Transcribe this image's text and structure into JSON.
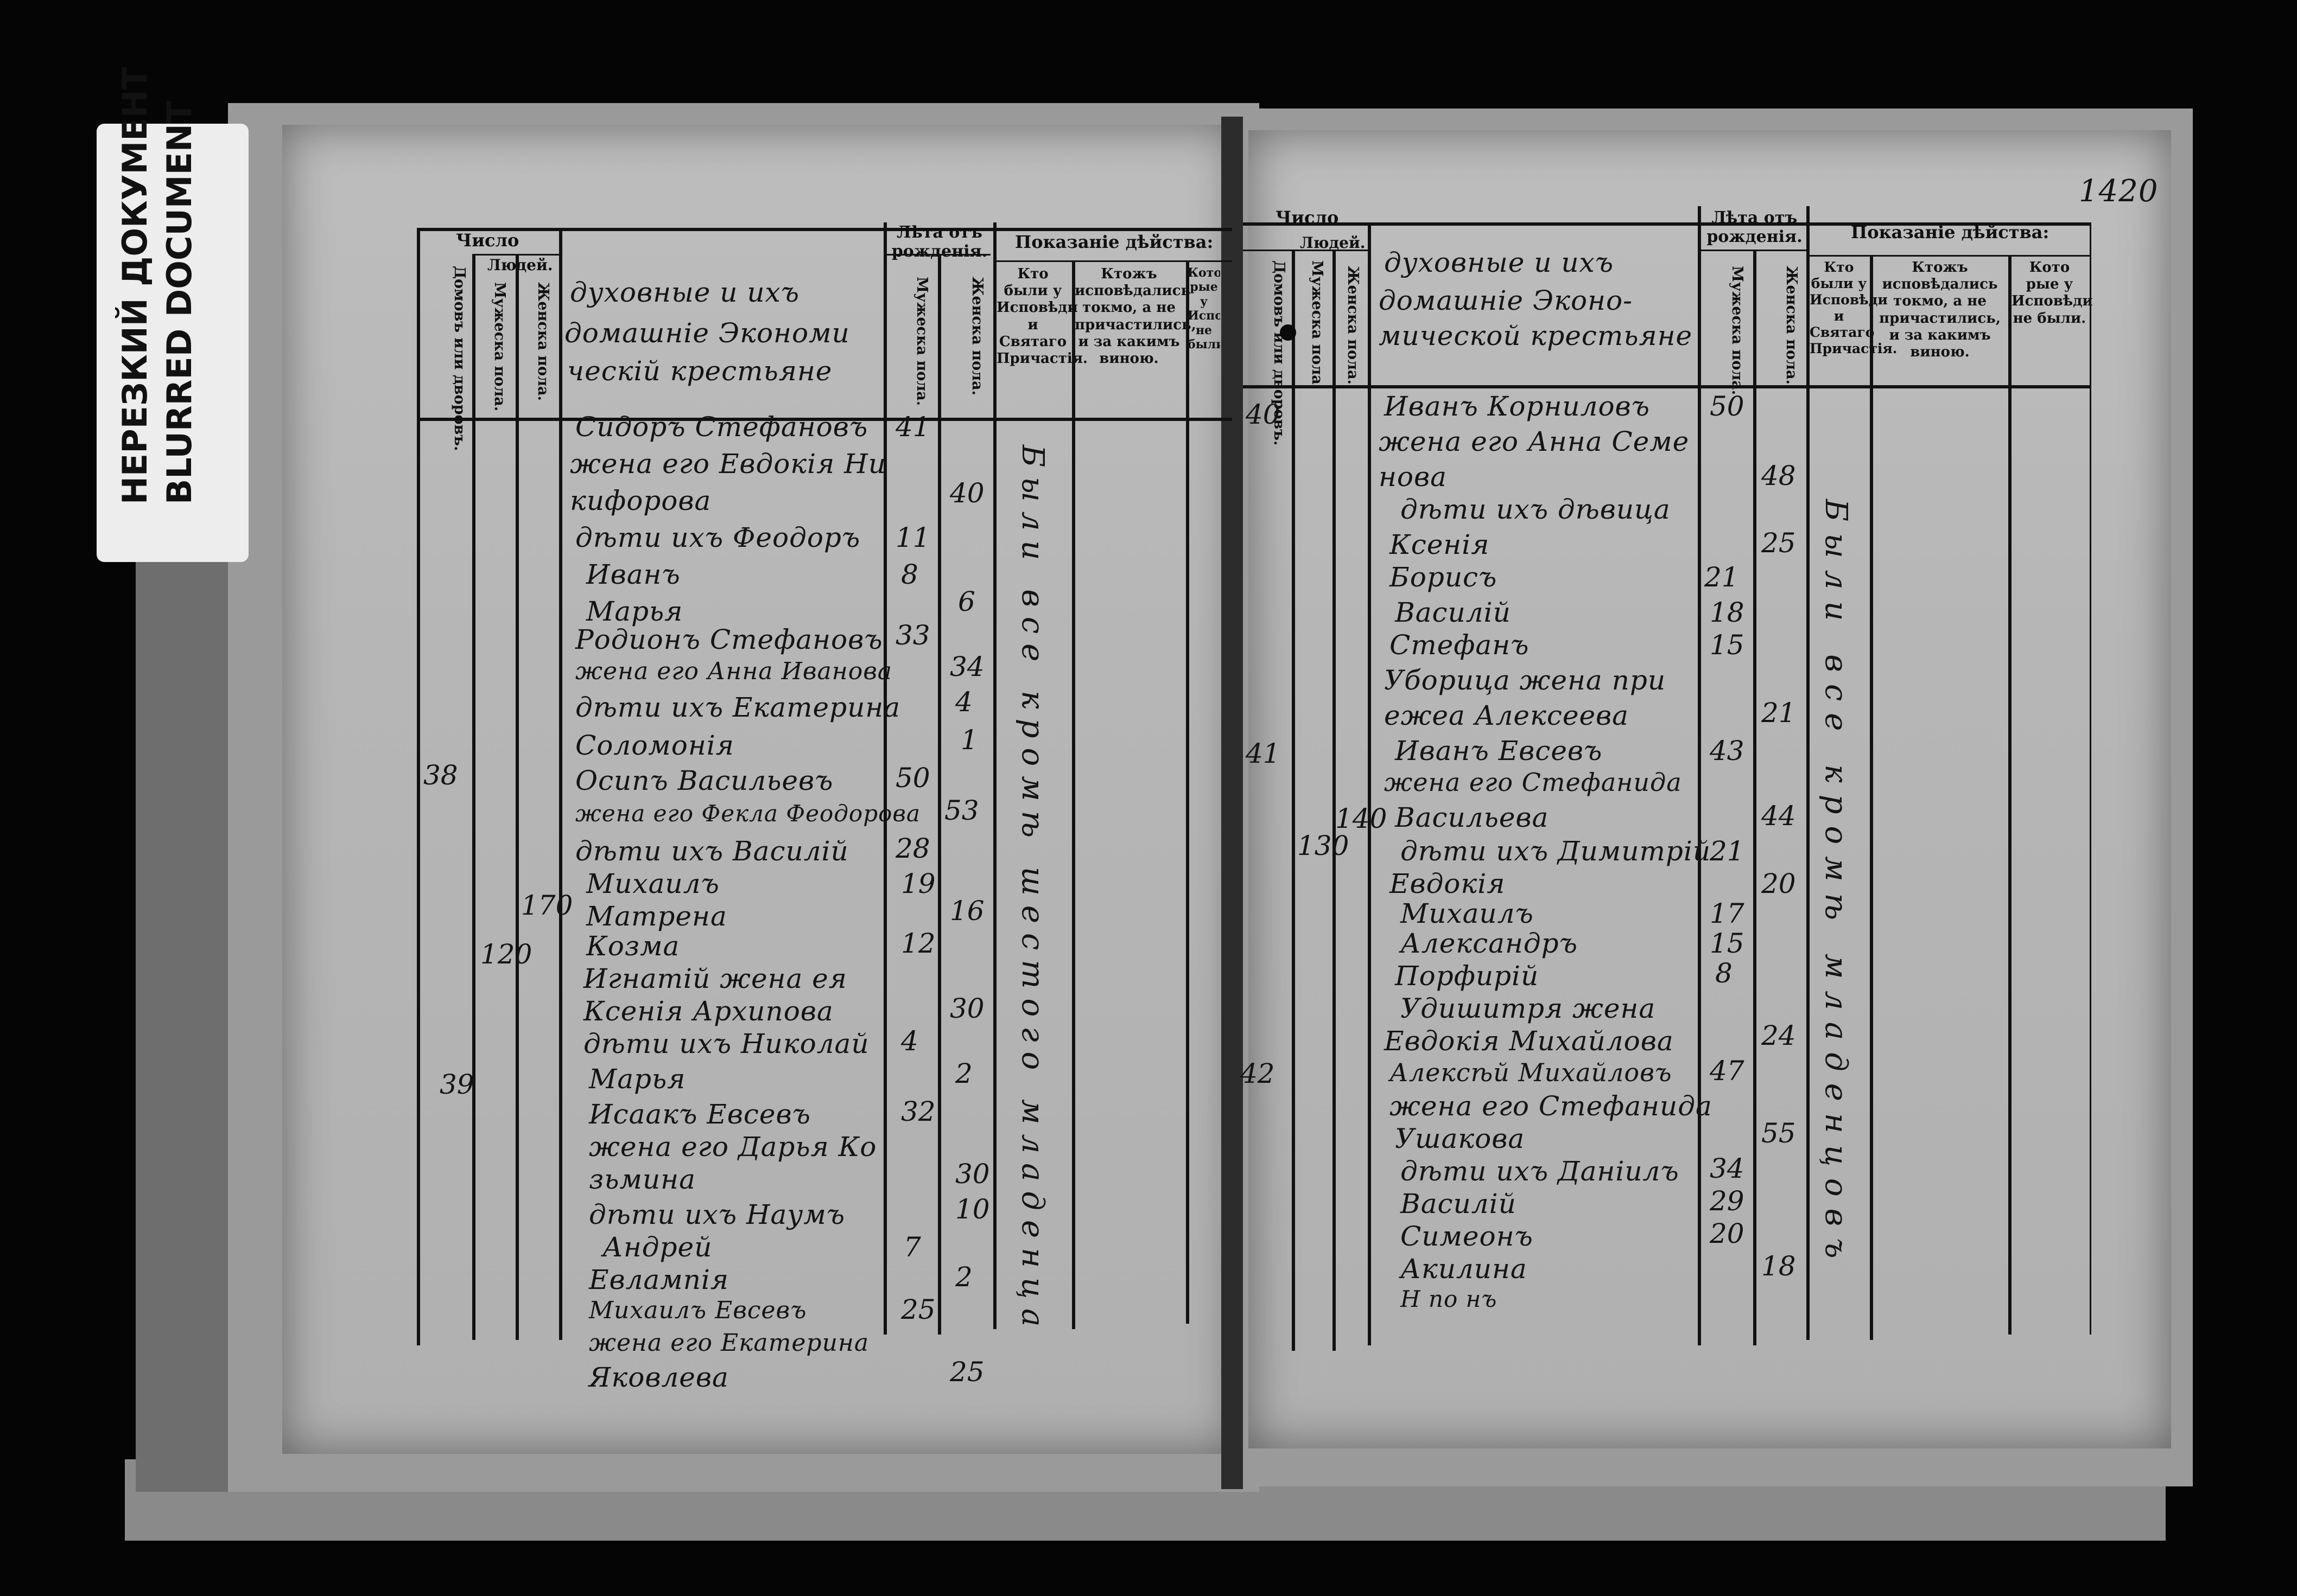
{
  "stamp": {
    "line1": "НЕРЕЗКИЙ ДОКУМЕНТ",
    "line2": "BLURRED DOCUMENT"
  },
  "page_number": "1420",
  "header": {
    "count_group": "Число",
    "people_group": "Людей.",
    "households": "Домовъ или дворовъ.",
    "male": "Мужеска пола.",
    "female": "Женска пола.",
    "years_group": "Лѣта отъ рожденія.",
    "status_group": "Показаніе дѣйства:",
    "confessed": "Кто были у Исповѣди и Святаго Причастія.",
    "confessed_only": "Ктожъ исповѣдались токмо, а не причастились, и за какимъ виною.",
    "not_confessed": "Кото рые у Исповѣди не были.",
    "not_confessed_left": "Кото рые у Испо вѣди не бы ли."
  },
  "left_page": {
    "title_lines": [
      "духовные и ихъ",
      "домашніе Экономи",
      "ческій крестьяне"
    ],
    "household_nums": [
      "38",
      "39"
    ],
    "people_counts": [
      "120",
      "170"
    ],
    "rows": [
      {
        "name": "Сидоръ Стефановъ",
        "m": "41",
        "f": ""
      },
      {
        "name": "жена его Евдокія Ни",
        "m": "",
        "f": ""
      },
      {
        "name": "кифорова",
        "m": "",
        "f": "40"
      },
      {
        "name": "дѣти ихъ Феодоръ",
        "m": "11",
        "f": ""
      },
      {
        "name": "Иванъ",
        "m": "8",
        "f": ""
      },
      {
        "name": "Марья",
        "m": "",
        "f": "6"
      },
      {
        "name": "Родионъ Стефановъ",
        "m": "33",
        "f": ""
      },
      {
        "name": "жена его Анна Иванова",
        "m": "",
        "f": "34"
      },
      {
        "name": "дѣти ихъ Екатерина",
        "m": "",
        "f": "4"
      },
      {
        "name": "Соломонія",
        "m": "",
        "f": "1"
      },
      {
        "name": "Осипъ Васильевъ",
        "m": "50",
        "f": ""
      },
      {
        "name": "жена его Фекла Феодорова",
        "m": "",
        "f": "53"
      },
      {
        "name": "дѣти ихъ Василій",
        "m": "28",
        "f": ""
      },
      {
        "name": "Михаилъ",
        "m": "19",
        "f": ""
      },
      {
        "name": "Матрена",
        "m": "",
        "f": "16"
      },
      {
        "name": "Козма",
        "m": "12",
        "f": ""
      },
      {
        "name": "Игнатій жена ея",
        "m": "",
        "f": ""
      },
      {
        "name": "Ксенія Архипова",
        "m": "",
        "f": "30"
      },
      {
        "name": "дѣти ихъ Николай",
        "m": "4",
        "f": ""
      },
      {
        "name": "Марья",
        "m": "",
        "f": "2"
      },
      {
        "name": "Исаакъ Евсевъ",
        "m": "32",
        "f": ""
      },
      {
        "name": "жена его Дарья Ко",
        "m": "",
        "f": ""
      },
      {
        "name": "зьмина",
        "m": "",
        "f": "30"
      },
      {
        "name": "дѣти ихъ Наумъ",
        "m": "",
        "f": "10"
      },
      {
        "name": "Андрей",
        "m": "7",
        "f": ""
      },
      {
        "name": "Евлампія",
        "m": "",
        "f": "2"
      },
      {
        "name": "Михаилъ Евсевъ",
        "m": "25",
        "f": ""
      },
      {
        "name": "жена его Екатерина",
        "m": "",
        "f": ""
      },
      {
        "name": "Яковлева",
        "m": "",
        "f": "25"
      }
    ],
    "status_vertical": "Были все кромѣ шестого младенца"
  },
  "right_page": {
    "title_lines": [
      "духовные и ихъ",
      "домашніе Эконо-",
      "мической крестьяне"
    ],
    "household_nums": [
      "40",
      "41",
      "42"
    ],
    "people_counts": [
      "130",
      "140"
    ],
    "rows": [
      {
        "name": "Иванъ Корниловъ",
        "m": "50",
        "f": ""
      },
      {
        "name": "жена его Анна Семе",
        "m": "",
        "f": ""
      },
      {
        "name": "нова",
        "m": "",
        "f": "48"
      },
      {
        "name": "дѣти ихъ дѣвица",
        "m": "",
        "f": ""
      },
      {
        "name": "Ксенія",
        "m": "",
        "f": "25"
      },
      {
        "name": "Борисъ",
        "m": "21",
        "f": ""
      },
      {
        "name": "Василій",
        "m": "18",
        "f": ""
      },
      {
        "name": "Стефанъ",
        "m": "15",
        "f": ""
      },
      {
        "name": "Уборица жена при",
        "m": "",
        "f": ""
      },
      {
        "name": "ежеа Алексеева",
        "m": "",
        "f": "21"
      },
      {
        "name": "Иванъ Евсевъ",
        "m": "43",
        "f": ""
      },
      {
        "name": "жена его Стефанида",
        "m": "",
        "f": ""
      },
      {
        "name": "Васильева",
        "m": "",
        "f": "44"
      },
      {
        "name": "дѣти ихъ Димитрій",
        "m": "21",
        "f": ""
      },
      {
        "name": "Евдокія",
        "m": "",
        "f": "20"
      },
      {
        "name": "Михаилъ",
        "m": "17",
        "f": ""
      },
      {
        "name": "Александръ",
        "m": "15",
        "f": ""
      },
      {
        "name": "Порфирій",
        "m": "8",
        "f": ""
      },
      {
        "name": "Удишитря жена",
        "m": "",
        "f": ""
      },
      {
        "name": "Евдокія Михайлова",
        "m": "",
        "f": "24"
      },
      {
        "name": "Алексѣй Михайловъ",
        "m": "47",
        "f": ""
      },
      {
        "name": "жена его Стефанида",
        "m": "",
        "f": ""
      },
      {
        "name": "Ушакова",
        "m": "",
        "f": "55"
      },
      {
        "name": "дѣти ихъ Даніилъ",
        "m": "34",
        "f": ""
      },
      {
        "name": "Василій",
        "m": "29",
        "f": ""
      },
      {
        "name": "Симеонъ",
        "m": "20",
        "f": ""
      },
      {
        "name": "Акилина",
        "m": "",
        "f": "18"
      },
      {
        "name": "Н по нъ",
        "m": "",
        "f": ""
      }
    ],
    "status_vertical": "Были все кромѣ младенцовъ"
  }
}
